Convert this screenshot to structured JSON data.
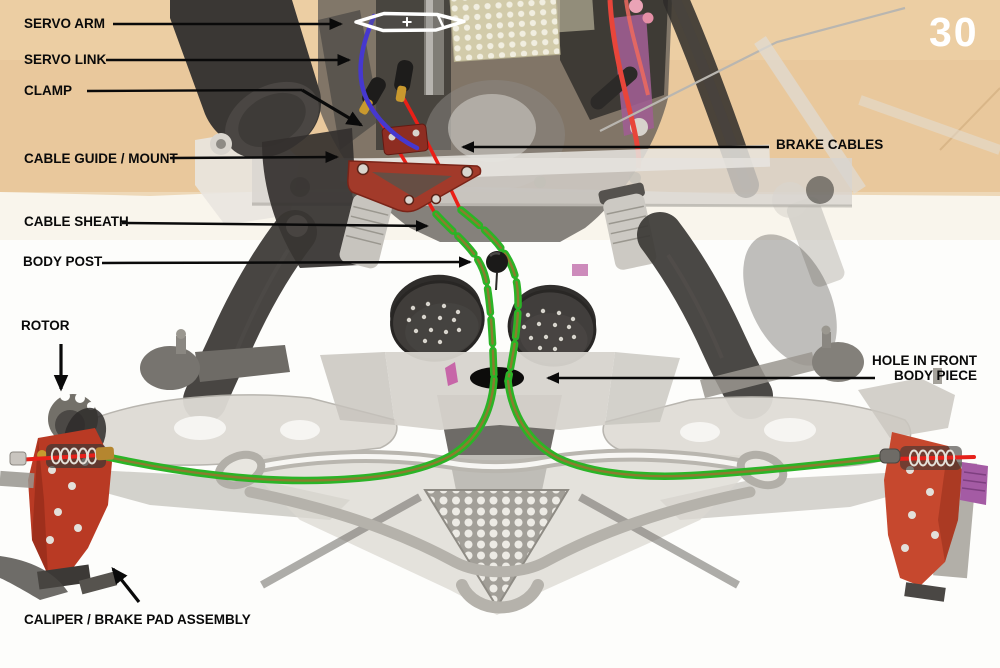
{
  "page": {
    "number": "30"
  },
  "figure": {
    "servo_arm_plus": "+"
  },
  "annotations": {
    "servo_arm": "SERVO ARM",
    "servo_link": "SERVO LINK",
    "clamp": "CLAMP",
    "cable_guide_mount": "CABLE GUIDE / MOUNT",
    "cable_sheath": "CABLE SHEATH",
    "body_post": "BODY POST",
    "rotor": "ROTOR",
    "caliper_brake_pad_assembly": "CALIPER / BRAKE PAD ASSEMBLY",
    "brake_cables": "BRAKE CABLES",
    "hole_in_front_line1": "HOLE IN FRONT",
    "hole_in_front_line2": "BODY PIECE"
  },
  "colors": {
    "backdrop_tan": "#e9c89c",
    "label_text": "#0a0a0a",
    "page_number": "#ffffff",
    "brake_cable_red": "#e6211a",
    "cable_sheath_green": "#2bb427",
    "cable_core_olive": "#8b7c2e",
    "servo_link_blue": "#4638cf",
    "caliper_red": "#bb3a24",
    "cable_guide_plate_red": "#a23a2a",
    "servo_arm_outline": "#ffffff"
  }
}
